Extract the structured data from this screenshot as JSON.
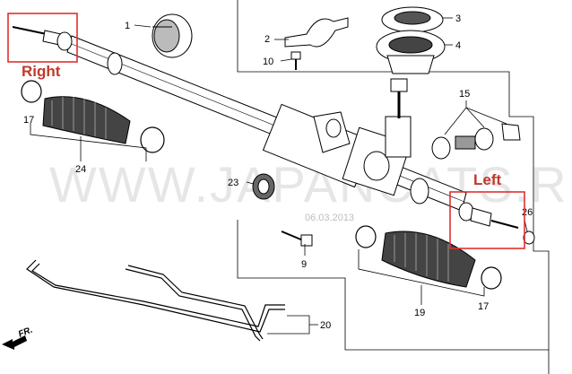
{
  "callouts": {
    "p1": "1",
    "p2": "2",
    "p3": "3",
    "p4": "4",
    "p9": "9",
    "p10": "10",
    "p15": "15",
    "p17a": "17",
    "p17b": "17",
    "p19": "19",
    "p20": "20",
    "p23": "23",
    "p24": "24",
    "p26": "26"
  },
  "highlights": {
    "right_label": "Right",
    "left_label": "Left",
    "box_color": "#e03030",
    "label_color": "#c0392b"
  },
  "watermark": {
    "text": "WWW.JAPANCATS.R",
    "date": "06.03.2013"
  },
  "direction": {
    "label": "FR."
  }
}
